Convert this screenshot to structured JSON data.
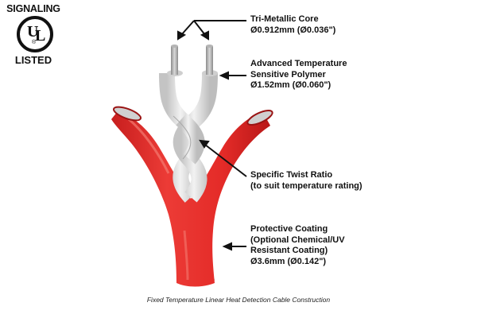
{
  "logo": {
    "top_text": "SIGNALING",
    "bottom_text": "LISTED",
    "letter_u": "U",
    "letter_l": "L",
    "registered": "®"
  },
  "callouts": [
    {
      "lines": [
        "Tri-Metallic Core",
        "Ø0.912mm (Ø0.036\")"
      ]
    },
    {
      "lines": [
        "Advanced Temperature",
        "Sensitive Polymer",
        "Ø1.52mm (Ø0.060\")"
      ]
    },
    {
      "lines": [
        "Specific Twist Ratio",
        "(to suit temperature rating)"
      ]
    },
    {
      "lines": [
        "Protective Coating",
        "(Optional Chemical/UV",
        "Resistant Coating)",
        "Ø3.6mm (Ø0.142\")"
      ]
    }
  ],
  "caption": "Fixed Temperature Linear Heat Detection Cable Construction",
  "colors": {
    "jacket": "#e42b28",
    "jacket_dark": "#b81818",
    "jacket_highlight": "#f06a62",
    "jacket_inner": "#c8c8c8",
    "insulation": "#dcdcdc",
    "insulation_shade": "#b9b9b9",
    "core": "#a9a9a9",
    "arrows": "#111111"
  }
}
